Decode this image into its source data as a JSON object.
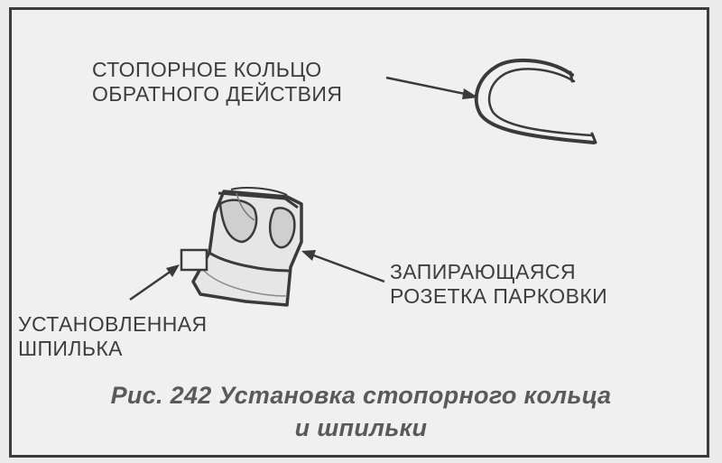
{
  "labels": {
    "retaining_ring": [
      "СТОПОРНОЕ КОЛЬЦО",
      "ОБРАТНОГО ДЕЙСТВИЯ"
    ],
    "park_lock_socket": [
      "ЗАПИРАЮЩАЯСЯ",
      "РОЗЕТКА ПАРКОВКИ"
    ],
    "installed_pin": [
      "УСТАНОВЛЕННАЯ",
      "ШПИЛЬКА"
    ]
  },
  "caption": {
    "line1": "Рис. 242 Установка стопорного кольца",
    "line2": "и шпильки"
  }
}
